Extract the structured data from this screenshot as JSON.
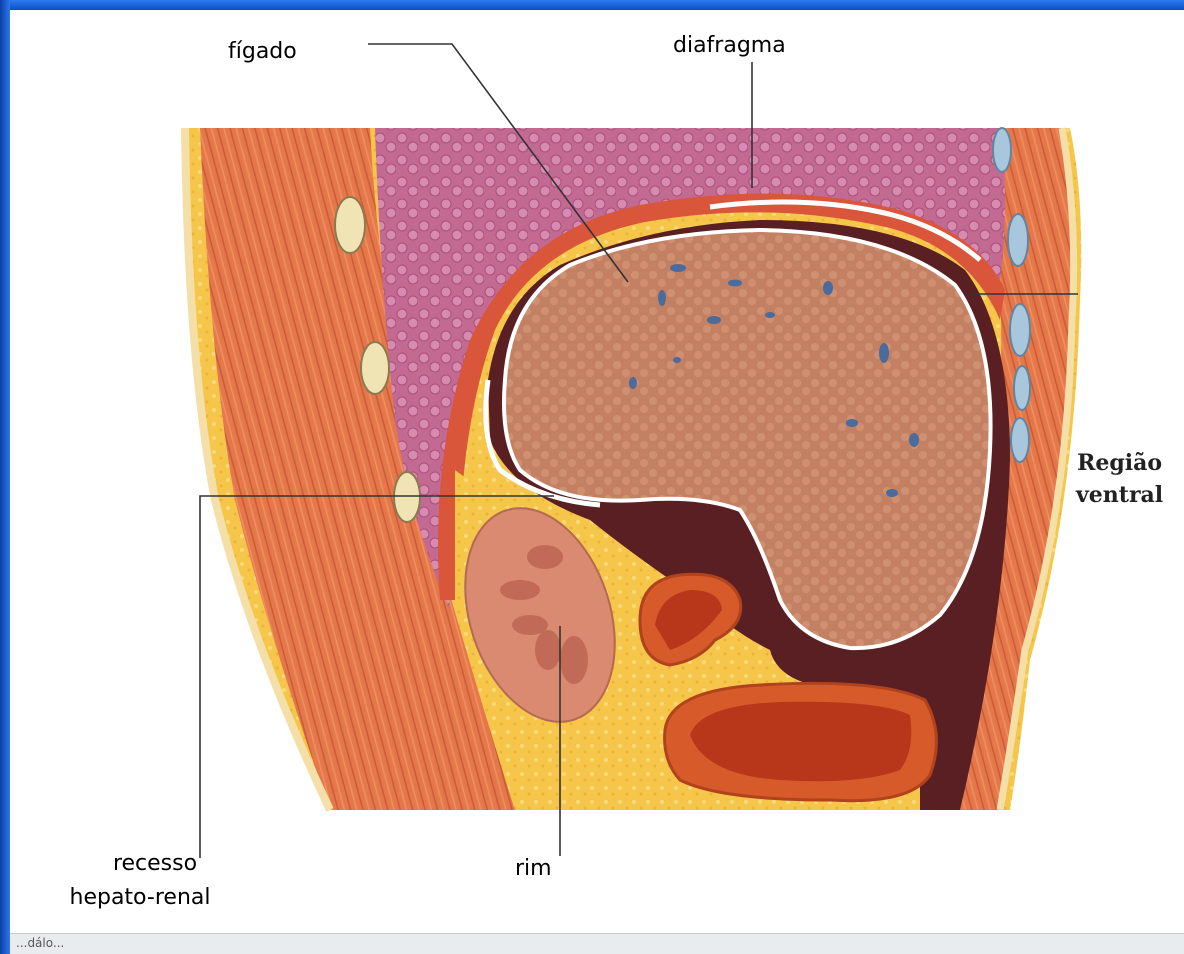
{
  "labels": {
    "figado": "fígado",
    "diafragma": "diafragma",
    "regiao_ventral_line1": "Região",
    "regiao_ventral_line2": "ventral",
    "recesso_line1": "recesso",
    "recesso_line2": "hepato-renal",
    "rim": "rim"
  },
  "statusbar": {
    "text": "...dálo..."
  },
  "colors": {
    "frame_border": "#0a4fc4",
    "fat": "#f6c94a",
    "muscle": "#e2744a",
    "liver": "#c98566",
    "lung": "#c57098",
    "kidney": "#d98a70",
    "peritoneal_cavity": "#5a1f23",
    "vessel": "#4a6b9c"
  }
}
